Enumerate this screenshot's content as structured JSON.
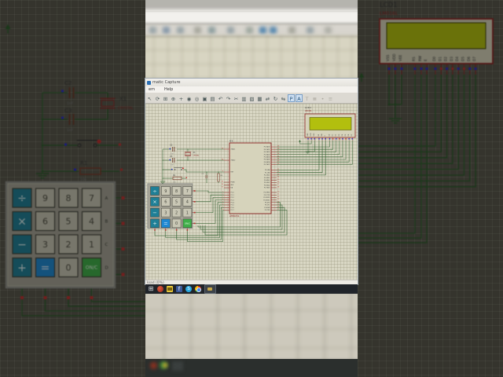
{
  "window": {
    "title": "matic Capture",
    "menu": [
      "em",
      "Help"
    ],
    "status": "load (0%)"
  },
  "toolbar": {
    "icons": [
      {
        "name": "selection-mode-icon",
        "glyph": "↖"
      },
      {
        "name": "redraw-icon",
        "glyph": "⟳"
      },
      {
        "name": "grid-toggle-icon",
        "glyph": "⊞"
      },
      {
        "name": "origin-icon",
        "glyph": "⊕"
      },
      {
        "name": "pan-icon",
        "glyph": "+"
      },
      {
        "name": "zoom-in-icon",
        "glyph": "◉"
      },
      {
        "name": "zoom-out-icon",
        "glyph": "◎"
      },
      {
        "name": "zoom-all-icon",
        "glyph": "▣"
      },
      {
        "name": "zoom-area-icon",
        "glyph": "▤"
      },
      {
        "name": "undo-icon",
        "glyph": "↶"
      },
      {
        "name": "redo-icon",
        "glyph": "↷"
      },
      {
        "name": "cut-icon",
        "glyph": "✂"
      },
      {
        "name": "copy-icon",
        "glyph": "▥"
      },
      {
        "name": "paste-icon",
        "glyph": "▧"
      },
      {
        "name": "block-copy-icon",
        "glyph": "▦"
      },
      {
        "name": "block-move-icon",
        "glyph": "⇄"
      },
      {
        "name": "block-rotate-icon",
        "glyph": "↻"
      },
      {
        "name": "block-flip-icon",
        "glyph": "⇆"
      },
      {
        "name": "pick-device-icon",
        "glyph": "P"
      },
      {
        "name": "wire-label-icon",
        "glyph": "A"
      },
      {
        "name": "text-script-icon",
        "glyph": "T"
      },
      {
        "name": "bus-icon",
        "glyph": "≣"
      },
      {
        "name": "junction-icon",
        "glyph": "•"
      },
      {
        "name": "property-icon",
        "glyph": "≡"
      }
    ]
  },
  "schematic": {
    "mcu": {
      "ref": "U1",
      "part": "AT89C51",
      "left_pins": [
        {
          "num": "19",
          "label": "XTAL1"
        },
        {
          "num": "18",
          "label": "XTAL2"
        },
        {
          "num": "9",
          "label": "RST"
        },
        {
          "num": "29",
          "label": "PSEN"
        },
        {
          "num": "30",
          "label": "ALE"
        },
        {
          "num": "31",
          "label": "EA"
        },
        {
          "num": "1",
          "label": "P1.0"
        },
        {
          "num": "2",
          "label": "P1.1"
        },
        {
          "num": "3",
          "label": "P1.2"
        },
        {
          "num": "4",
          "label": "P1.3"
        },
        {
          "num": "5",
          "label": "P1.4"
        },
        {
          "num": "6",
          "label": "P1.5"
        },
        {
          "num": "7",
          "label": "P1.6"
        },
        {
          "num": "8",
          "label": "P1.7"
        }
      ],
      "right_pins": [
        {
          "num": "39",
          "label": "P0.0/AD0"
        },
        {
          "num": "38",
          "label": "P0.1/AD1"
        },
        {
          "num": "37",
          "label": "P0.2/AD2"
        },
        {
          "num": "36",
          "label": "P0.3/AD3"
        },
        {
          "num": "35",
          "label": "P0.4/AD4"
        },
        {
          "num": "34",
          "label": "P0.5/AD5"
        },
        {
          "num": "33",
          "label": "P0.6/AD6"
        },
        {
          "num": "32",
          "label": "P0.7/AD7"
        },
        {
          "num": "21",
          "label": "P2.0/A8"
        },
        {
          "num": "22",
          "label": "P2.1/A9"
        },
        {
          "num": "23",
          "label": "P2.2/A10"
        },
        {
          "num": "24",
          "label": "P2.3/A11"
        },
        {
          "num": "25",
          "label": "P2.4/A12"
        },
        {
          "num": "26",
          "label": "P2.5/A13"
        },
        {
          "num": "27",
          "label": "P2.6/A14"
        },
        {
          "num": "28",
          "label": "P2.7/A15"
        },
        {
          "num": "10",
          "label": "P3.0/RXD"
        },
        {
          "num": "11",
          "label": "P3.1/TXD"
        },
        {
          "num": "12",
          "label": "P3.2/INT0"
        },
        {
          "num": "13",
          "label": "P3.3/INT1"
        },
        {
          "num": "14",
          "label": "P3.4/T0"
        },
        {
          "num": "15",
          "label": "P3.5/T1"
        },
        {
          "num": "16",
          "label": "P3.6/WR"
        },
        {
          "num": "17",
          "label": "P3.7/RD"
        }
      ]
    },
    "lcd": {
      "ref": "LCD1",
      "part": "LM016L",
      "pins": [
        "VSS",
        "VDD",
        "VEE",
        "RS",
        "RW",
        "E",
        "D0",
        "D1",
        "D2",
        "D3",
        "D4",
        "D5",
        "D6",
        "D7"
      ]
    },
    "keypad": {
      "row_labels": [
        "A",
        "B",
        "C",
        "D"
      ],
      "keys": [
        [
          {
            "label": "÷",
            "type": "op"
          },
          {
            "label": "9",
            "type": "num"
          },
          {
            "label": "8",
            "type": "num"
          },
          {
            "label": "7",
            "type": "num"
          }
        ],
        [
          {
            "label": "×",
            "type": "op"
          },
          {
            "label": "6",
            "type": "num"
          },
          {
            "label": "5",
            "type": "num"
          },
          {
            "label": "4",
            "type": "num"
          }
        ],
        [
          {
            "label": "−",
            "type": "op"
          },
          {
            "label": "3",
            "type": "num"
          },
          {
            "label": "2",
            "type": "num"
          },
          {
            "label": "1",
            "type": "num"
          }
        ],
        [
          {
            "label": "+",
            "type": "op"
          },
          {
            "label": "=",
            "type": "eq"
          },
          {
            "label": "0",
            "type": "num"
          },
          {
            "label": "ON/C",
            "type": "onc"
          }
        ]
      ]
    },
    "parts": {
      "c2": {
        "ref": "C2",
        "value": "1nF"
      },
      "c3": {
        "ref": "C3",
        "value": "1nF"
      },
      "x1": {
        "ref": "X1",
        "value": "CRYSTAL"
      },
      "r1": {
        "ref": "R1",
        "value": "10k"
      },
      "c1": {
        "ref": "C1",
        "value": ""
      },
      "r2": {
        "ref": "R2",
        "value": ""
      }
    }
  },
  "taskbar": {
    "icons": [
      {
        "name": "start-icon"
      },
      {
        "name": "browser-red-icon"
      },
      {
        "name": "mail-icon"
      },
      {
        "name": "facebook-icon"
      },
      {
        "name": "messenger-icon"
      },
      {
        "name": "chrome-icon"
      },
      {
        "name": "active-window-icon"
      }
    ]
  },
  "colors": {
    "canvas_bg": "#d9d7c4",
    "wire": "#2a5c2a",
    "chip_border": "#8b2423",
    "chip_fill": "#d6d3bb",
    "lcd_green": "#b2bf0e",
    "key_teal": "#1f7f96",
    "key_blue": "#1e88d2",
    "key_green": "#3fae49",
    "key_grey": "#c9c7b5",
    "pin_blue": "#2a2ad0",
    "pin_red": "#c03030"
  }
}
